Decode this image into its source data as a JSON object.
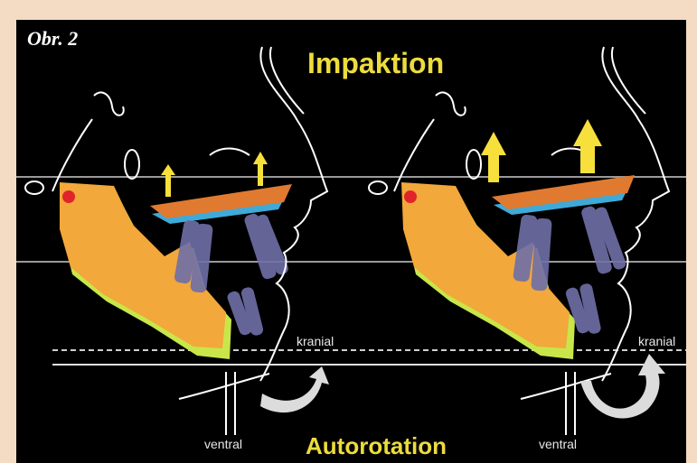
{
  "figure_label": "Obr. 2",
  "title_top": "Impaktion",
  "title_bottom": "Autorotation",
  "labels": {
    "left_kranial": "kranial",
    "right_kranial": "kranial",
    "left_ventral": "ventral",
    "right_ventral": "ventral"
  },
  "colors": {
    "background_frame": "#f3dcc3",
    "panel": "#000000",
    "title": "#ecdc3c",
    "bone": "#f2a83a",
    "bone_outline_green": "#c8e64a",
    "bone_outline_blue": "#3fa9d8",
    "teeth": "#6f6fa8",
    "arrow": "#f7e03c",
    "outline": "#ffffff"
  },
  "icons": [
    "up-arrow-icon",
    "curved-rotation-arrow-icon"
  ]
}
